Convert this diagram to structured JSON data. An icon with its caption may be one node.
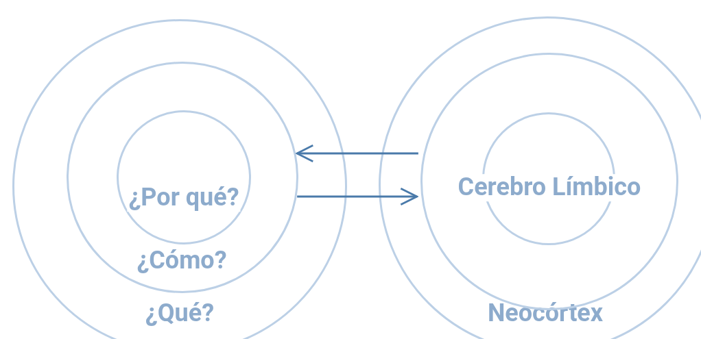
{
  "diagram": {
    "nodes": [
      {
        "text": [
          "¿Qué?"
        ]
      },
      {
        "text": [
          "¿Cómo?"
        ],
        "in": 0
      },
      {
        "text": [
          "¿Por qué?"
        ],
        "in": 1
      },
      {
        "text": [
          "Neocórtex"
        ]
      },
      {
        "text": [],
        "shape": "circle",
        "in": 3
      },
      {
        "text": [
          "Cerebro Límbico"
        ],
        "in": 4
      }
    ],
    "edges": [
      {
        "from": 4,
        "to": 1,
        "arrow": "to"
      },
      {
        "from": 1,
        "to": 4,
        "arrow": "to"
      }
    ]
  }
}
